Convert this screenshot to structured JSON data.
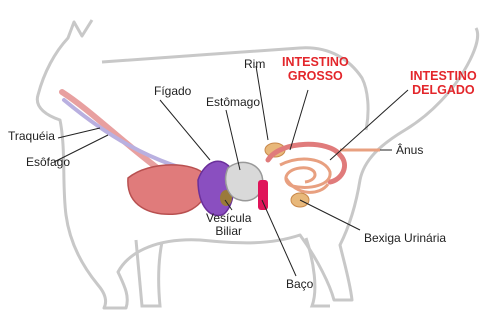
{
  "colors": {
    "outline": "#c8c8c8",
    "line": "#222222",
    "highlight": "#e3262b",
    "lung": "#e07b7b",
    "liver": "#8a4fc0",
    "stomach": "#d9d9d9",
    "spleen": "#e0145a",
    "kidney": "#e8b87a",
    "intestine": "#f2c9a0"
  },
  "labels": {
    "traqueia": "Traquéia",
    "esofago": "Esôfago",
    "figado": "Fígado",
    "estomago": "Estômago",
    "rim": "Rim",
    "intestino_grosso": [
      "INTESTINO",
      "GROSSO"
    ],
    "intestino_delgado": [
      "INTESTINO",
      "DELGADO"
    ],
    "anus": "Ânus",
    "vesicula": [
      "Vesícula",
      "Biliar"
    ],
    "baco": "Baço",
    "bexiga": "Bexiga Urinária"
  }
}
